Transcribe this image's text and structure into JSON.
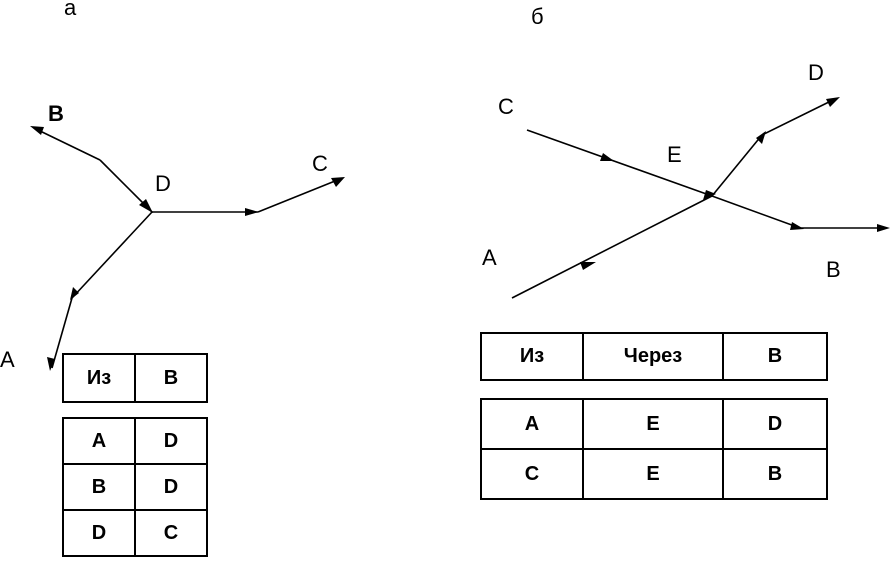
{
  "panels": {
    "a": {
      "caption": "а",
      "nodes": {
        "A": "А",
        "B": "В",
        "C": "С",
        "D": "D"
      },
      "table": {
        "headers": [
          "Из",
          "В"
        ],
        "rows": [
          [
            "А",
            "D"
          ],
          [
            "В",
            "D"
          ],
          [
            "D",
            "С"
          ]
        ]
      }
    },
    "b": {
      "caption": "б",
      "nodes": {
        "A": "А",
        "B": "В",
        "C": "С",
        "D": "D",
        "E": "Е"
      },
      "table": {
        "headers": [
          "Из",
          "Через",
          "В"
        ],
        "rows": [
          [
            "А",
            "Е",
            "D"
          ],
          [
            "С",
            "Е",
            "В"
          ]
        ]
      }
    }
  }
}
